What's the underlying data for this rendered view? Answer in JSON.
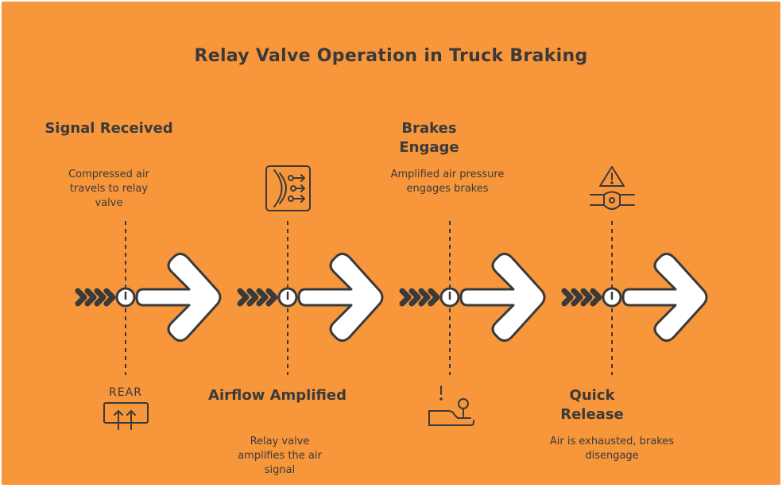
{
  "title": "Relay Valve Operation in Truck Braking",
  "colors": {
    "background": "#F7963B",
    "ink": "#3a3a3a",
    "arrow_fill": "#ffffff"
  },
  "steps": [
    {
      "title": "Signal Received",
      "description": "Compressed air travels to relay valve",
      "position": "top",
      "icon": "rear-defrost-icon",
      "icon_text": "REAR"
    },
    {
      "title": "Airflow Amplified",
      "description": "Relay valve amplifies the air signal",
      "position": "bottom",
      "icon": "airflow-valve-icon"
    },
    {
      "title": "Brakes Engage",
      "description": "Amplified air pressure engages brakes",
      "position": "top",
      "icon": "brake-pedal-icon"
    },
    {
      "title": "Quick Release",
      "description": "Air is exhausted, brakes disengage",
      "position": "bottom",
      "icon": "pressure-warning-icon"
    }
  ]
}
